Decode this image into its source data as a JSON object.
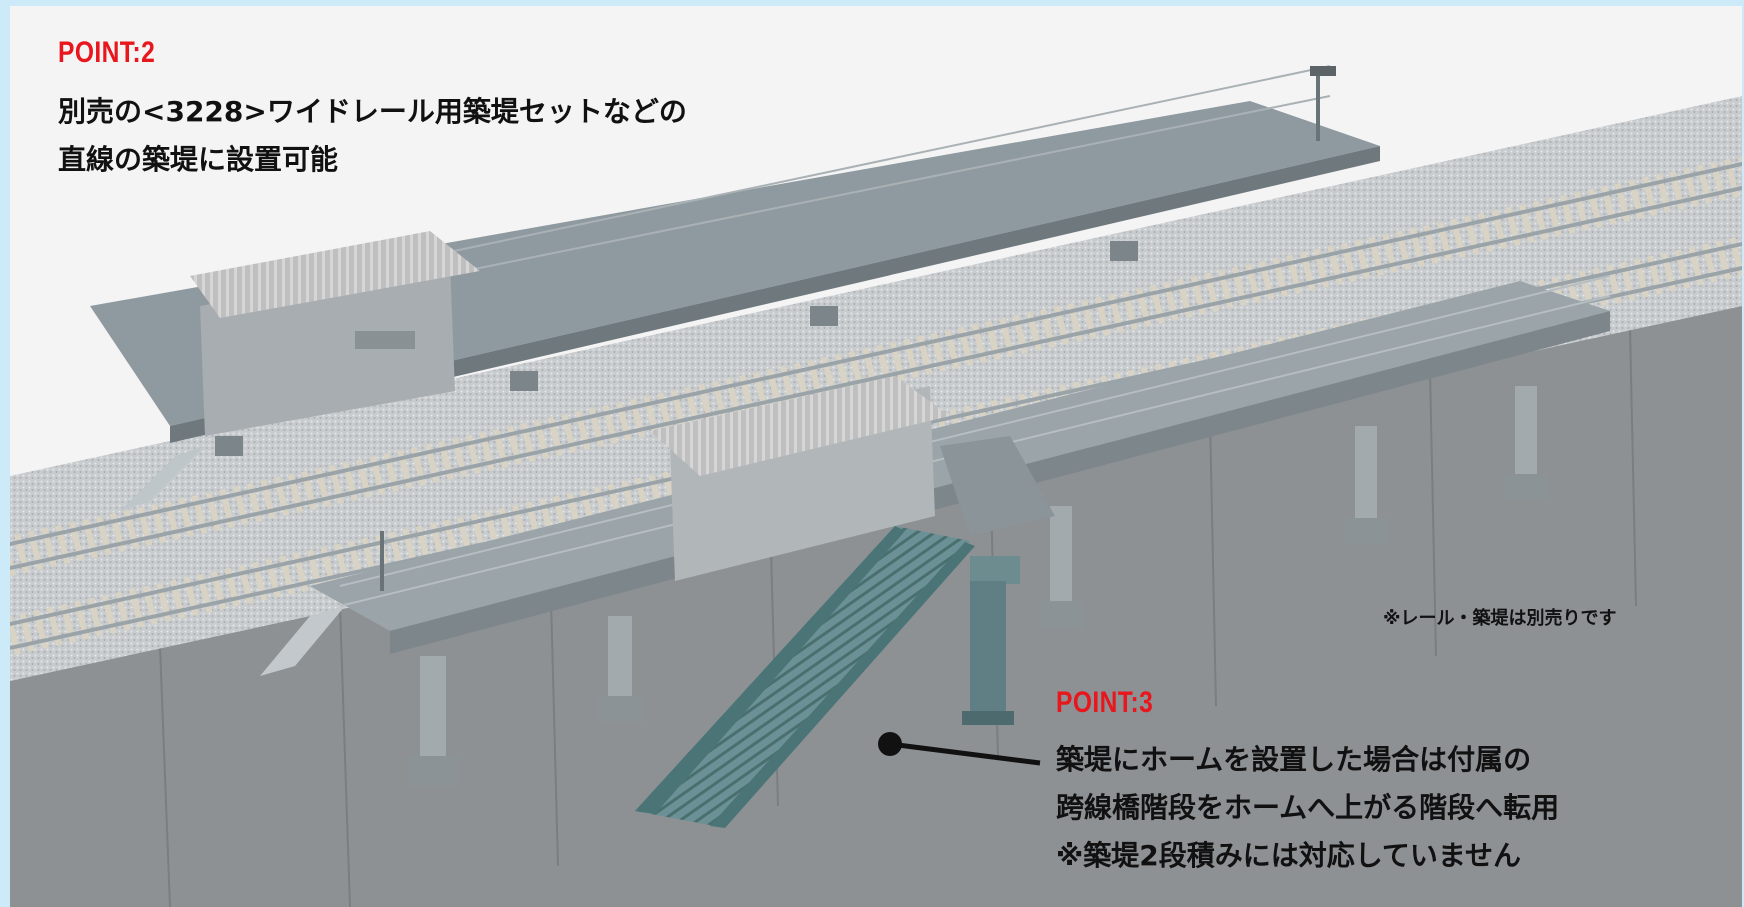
{
  "point2": {
    "label": "POINT:2",
    "line1": "別売の<3228>ワイドレール用築堤セットなどの",
    "line2": "直線の築堤に設置可能"
  },
  "point3": {
    "label": "POINT:3",
    "line1": "築堤にホームを設置した場合は付属の",
    "line2": "跨線橋階段をホームへ上がる階段へ転用",
    "line3": "※築堤2段積みには対応していません"
  },
  "note": "※レール・築堤は別売りです",
  "colors": {
    "accent_red": "#e8171d",
    "frame_blue": "#cdeaf9",
    "stair_teal": "#5f8a8f",
    "platform_gray": "#8f9aa0"
  }
}
